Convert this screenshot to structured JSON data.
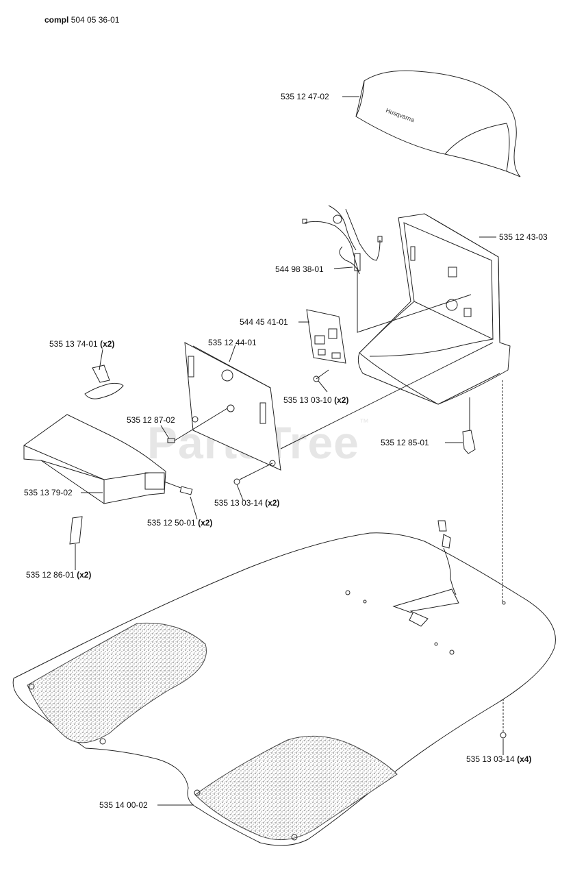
{
  "header": {
    "prefix": "compl",
    "number": "504 05 36-01"
  },
  "watermark": {
    "text": "PartsTree",
    "tm": "™",
    "color": "#e6e6e6"
  },
  "parts": [
    {
      "id": "cover",
      "number": "535 12 47-02",
      "qty": ""
    },
    {
      "id": "housing",
      "number": "535 12 43-03",
      "qty": ""
    },
    {
      "id": "cable-harness",
      "number": "544 98 38-01",
      "qty": ""
    },
    {
      "id": "circuit-board",
      "number": "544 45 41-01",
      "qty": ""
    },
    {
      "id": "bracket-clip",
      "number": "535 13 74-01",
      "qty": "(x2)"
    },
    {
      "id": "plate",
      "number": "535 12 44-01",
      "qty": ""
    },
    {
      "id": "screw-pcb",
      "number": "535 13 03-10",
      "qty": "(x2)"
    },
    {
      "id": "pin",
      "number": "535 12 87-02",
      "qty": ""
    },
    {
      "id": "connector",
      "number": "535 12 85-01",
      "qty": ""
    },
    {
      "id": "guide",
      "number": "535 13 79-02",
      "qty": ""
    },
    {
      "id": "screw-plate",
      "number": "535 13 03-14",
      "qty": "(x2)"
    },
    {
      "id": "spacer",
      "number": "535 12 50-01",
      "qty": "(x2)"
    },
    {
      "id": "strap",
      "number": "535 12 86-01",
      "qty": "(x2)"
    },
    {
      "id": "screw-base",
      "number": "535 13 03-14",
      "qty": "(x4)"
    },
    {
      "id": "base-plate",
      "number": "535 14 00-02",
      "qty": ""
    }
  ]
}
